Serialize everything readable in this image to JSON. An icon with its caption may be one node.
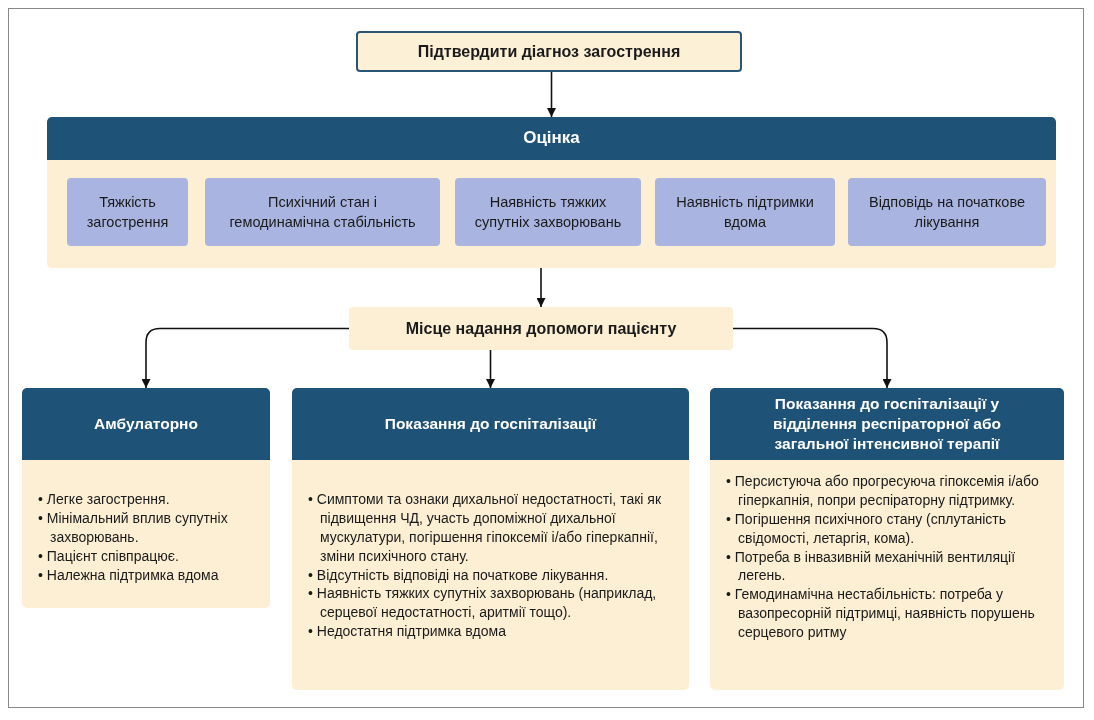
{
  "diagram": {
    "nodes": [
      {
        "text": [
          "Підтвердити діагноз загострення"
        ]
      },
      {
        "text": [
          "Оцінка"
        ]
      },
      {
        "text": [
          "Тяжкість загострення"
        ],
        "in": 1
      },
      {
        "text": [
          "Психічний стан і гемодинамічна стабільність"
        ],
        "in": 1
      },
      {
        "text": [
          "Наявність тяжких супутніх захворювань"
        ],
        "in": 1
      },
      {
        "text": [
          "Наявність підтримки вдома"
        ],
        "in": 1
      },
      {
        "text": [
          "Відповідь на початкове лікування"
        ],
        "in": 1
      },
      {
        "text": [
          "Місце надання допомоги пацієнту"
        ]
      },
      {
        "text": [
          "Амбулаторно",
          "• Легке загострення.",
          "• Мінімальний вплив супутніх захворювань.",
          "• Пацієнт співпрацює.",
          "• Належна підтримка вдома"
        ]
      },
      {
        "text": [
          "Показання до госпіталізації",
          "• Симптоми та ознаки дихальної недостатності, такі як підвищення ЧД, участь допоміжної дихальної мускулатури, погіршення гіпоксемії і/або гіперкапнії, зміни психічного стану.",
          "• Відсутність відповіді на початкове лікування.",
          "• Наявність тяжких супутніх захворювань (наприклад, серцевої недостатності, аритмії тощо).",
          "• Недостатня підтримка вдома"
        ]
      },
      {
        "text": [
          "Показання до госпіталізації у відділення респіраторної або загальної інтенсивної терапії",
          "• Персистуюча або прогресуюча гіпоксемія і/або гіперкапнія, попри респіраторну підтримку.",
          "• Погіршення психічного стану (сплутаність свідомості, летаргія, кома).",
          "• Потреба в інвазивній механічній вентиляції легень.",
          "• Гемодинамічна нестабільність: потреба у вазопресорній підтримці, наявність порушень серцевого ритму"
        ]
      }
    ],
    "edges": [
      {
        "from": 0,
        "to": 1,
        "arrow": "to"
      },
      {
        "from": 1,
        "to": 7,
        "arrow": "to"
      },
      {
        "from": 7,
        "to": 8,
        "arrow": "to"
      },
      {
        "from": 7,
        "to": 9,
        "arrow": "to"
      },
      {
        "from": 7,
        "to": 10,
        "arrow": "to"
      }
    ]
  }
}
